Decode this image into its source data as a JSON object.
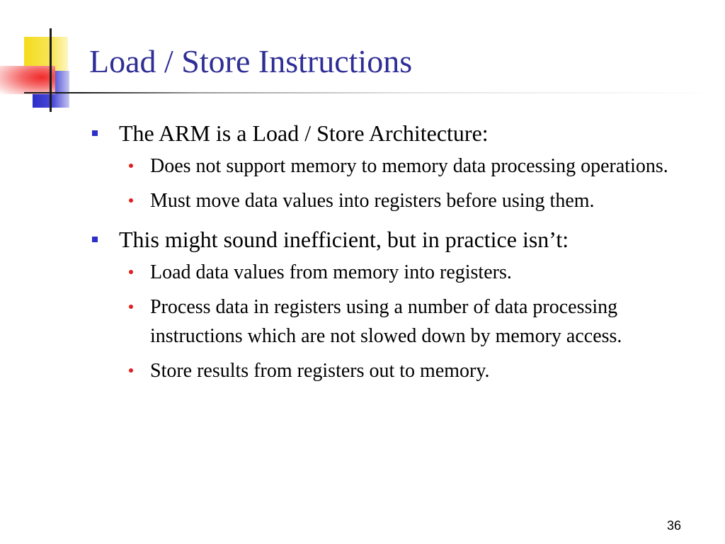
{
  "slide": {
    "title": "Load / Store Instructions",
    "page_number": "36",
    "bullets": [
      {
        "text": "The ARM is a Load / Store Architecture:",
        "sub": [
          "Does not support memory to memory data processing operations.",
          "Must move data values into registers before using them."
        ]
      },
      {
        "text": "This might sound inefficient, but in practice isn’t:",
        "sub": [
          "Load data values from memory into registers.",
          "Process data in registers using a number of data processing instructions which are not slowed down by memory access.",
          "Store results from registers out to memory."
        ]
      }
    ]
  },
  "colors": {
    "title": "#2e2e96",
    "level1_marker": "#2e2ec8",
    "level2_marker": "#e02020"
  },
  "icons": {
    "level1_marker": "blue-square-bullet",
    "level2_marker": "red-dot-bullet",
    "logo": "color-blocks-decoration"
  }
}
